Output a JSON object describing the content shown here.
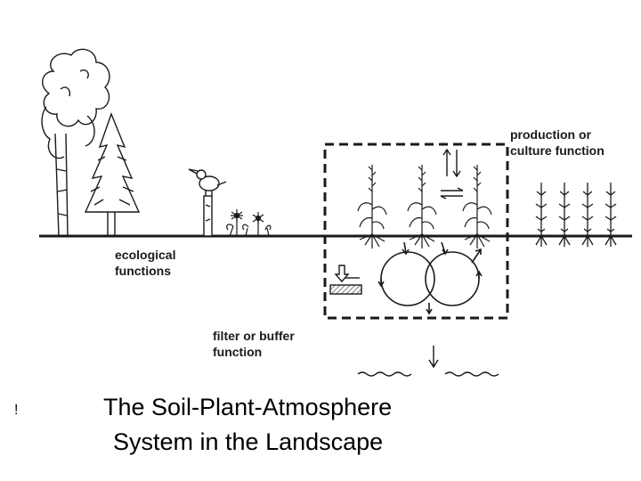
{
  "labels": {
    "production": "production or\nculture function",
    "ecological": "ecological\nfunctions",
    "filter": "filter or buffer\nfunction"
  },
  "title": {
    "line1": "The Soil-Plant-Atmosphere",
    "line2": "System in the Landscape"
  },
  "stray_mark": "!",
  "colors": {
    "ink": "#1a1a1a",
    "background": "#ffffff",
    "hatch": "#555555"
  }
}
